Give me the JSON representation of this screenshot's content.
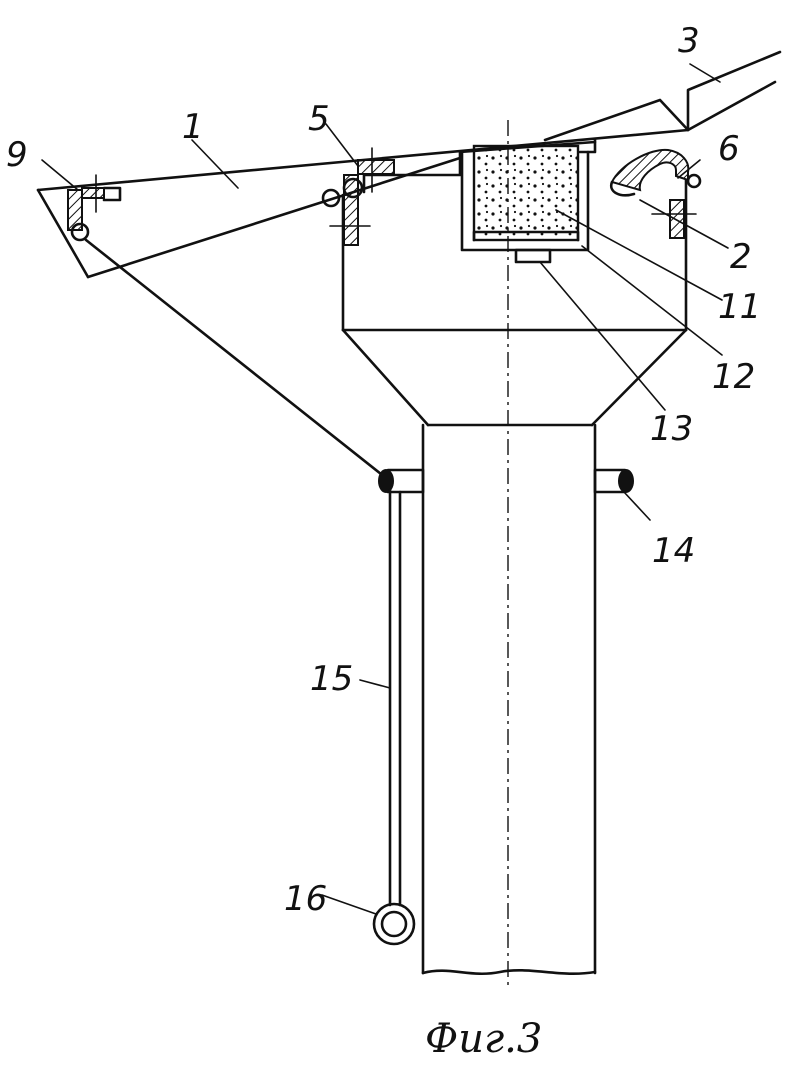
{
  "figure": {
    "caption": "Фиг.3",
    "labels": {
      "l1": "1",
      "l2": "2",
      "l3": "3",
      "l5": "5",
      "l6": "6",
      "l9": "9",
      "l11": "11",
      "l12": "12",
      "l13": "13",
      "l14": "14",
      "l15": "15",
      "l16": "16"
    }
  },
  "colors": {
    "ink": "#111111",
    "paper": "#ffffff"
  }
}
